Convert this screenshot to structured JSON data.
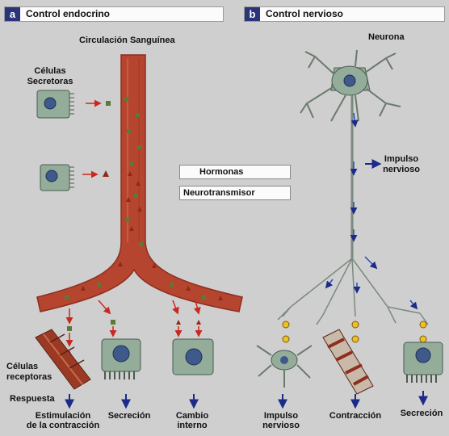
{
  "panel_a": {
    "badge": "a",
    "title": "Control endocrino",
    "vessel_label": "Circulación Sanguínea",
    "secretory_label_1": "Células",
    "secretory_label_2": "Secretoras",
    "receptor_label_1": "Células",
    "receptor_label_2": "receptoras",
    "response_label": "Respuesta",
    "outcome_1_line1": "Estimulación",
    "outcome_1_line2": "de la contracción",
    "outcome_2": "Secreción",
    "outcome_3_line1": "Cambio",
    "outcome_3_line2": "interno"
  },
  "panel_b": {
    "badge": "b",
    "title": "Control nervioso",
    "neuron_label": "Neurona",
    "impulse_line1": "Impulso",
    "impulse_line2": "nervioso",
    "outcome_1_line1": "Impulso",
    "outcome_1_line2": "nervioso",
    "outcome_2": "Contracción",
    "outcome_3": "Secreción"
  },
  "legend": {
    "hormones": "Hormonas",
    "neurotransmitter": "Neurotransmisor"
  },
  "colors": {
    "vessel": "#b5452f",
    "vessel_dark": "#8e2e1f",
    "cell": "#93ad9a",
    "arrow_red": "#c8281e",
    "arrow_blue": "#1c2a88",
    "hormone_square": "#5a7a3a",
    "hormone_triangle": "#8e2a18",
    "neurotransmitter": "#f0c020",
    "badge": "#2a3478"
  }
}
